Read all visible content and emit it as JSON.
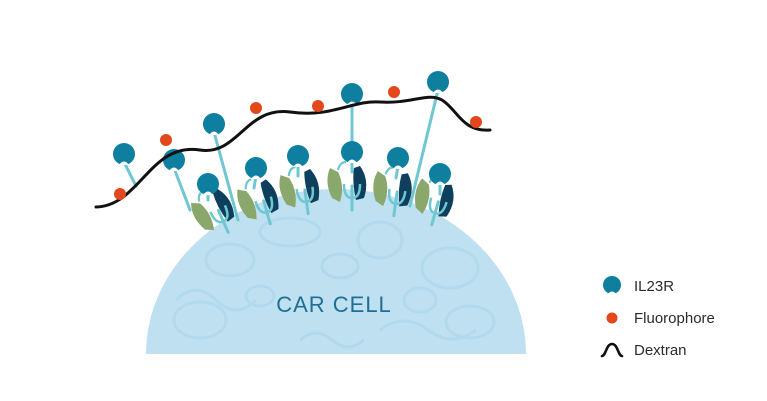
{
  "diagram": {
    "cell_label": "CAR CELL"
  },
  "legend": [
    {
      "label": "IL23R",
      "icon": "il23r-receptor-icon"
    },
    {
      "label": "Fluorophore",
      "icon": "fluorophore-dot-icon"
    },
    {
      "label": "Dextran",
      "icon": "dextran-chain-icon"
    }
  ],
  "colors": {
    "cell_fill": "#bfe0f1",
    "cell_texture": "#a9d3ea",
    "il23r": "#0f7fa0",
    "il23r_stem": "#6ec7d1",
    "fluorophore": "#e3471c",
    "dextran": "#111111",
    "car_green": "#8aa86b",
    "car_navy": "#0e3f5c",
    "car_teal": "#6ec7d1",
    "cell_text": "#1f6f92"
  }
}
